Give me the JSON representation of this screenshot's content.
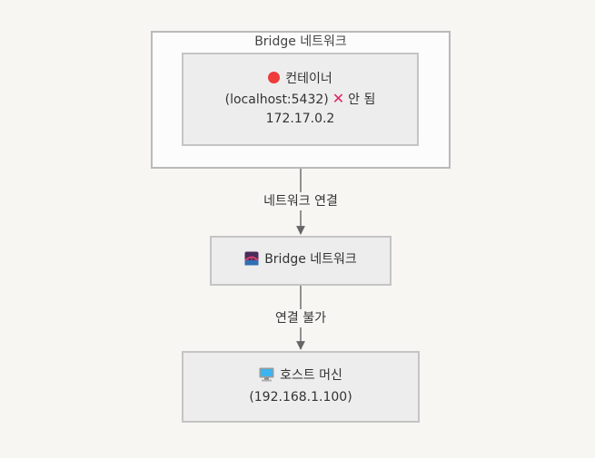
{
  "cluster": {
    "title": "Bridge 네트워크"
  },
  "nodes": {
    "container": {
      "icon": "red-circle-icon",
      "name": "컨테이너",
      "address": "(localhost:5432)",
      "status_icon": "cross-mark-icon",
      "status": "안 됨",
      "ip": "172.17.0.2"
    },
    "bridge": {
      "icon": "bridge-icon",
      "name": "Bridge 네트워크"
    },
    "host": {
      "icon": "computer-icon",
      "name": "호스트 머신",
      "ip": "(192.168.1.100)"
    }
  },
  "edges": [
    {
      "from": "container",
      "to": "bridge",
      "label": "네트워크 연결"
    },
    {
      "from": "bridge",
      "to": "host",
      "label": "연결 불가"
    }
  ],
  "colors": {
    "background": "#f7f6f3",
    "node_fill": "#ededed",
    "node_border": "#c4c4c4",
    "cluster_fill": "#fcfcfc",
    "cluster_border": "#b9b9b9",
    "edge": "#666666",
    "red_dot": "#ee3b3b",
    "cross_mark": "#e0245e"
  }
}
